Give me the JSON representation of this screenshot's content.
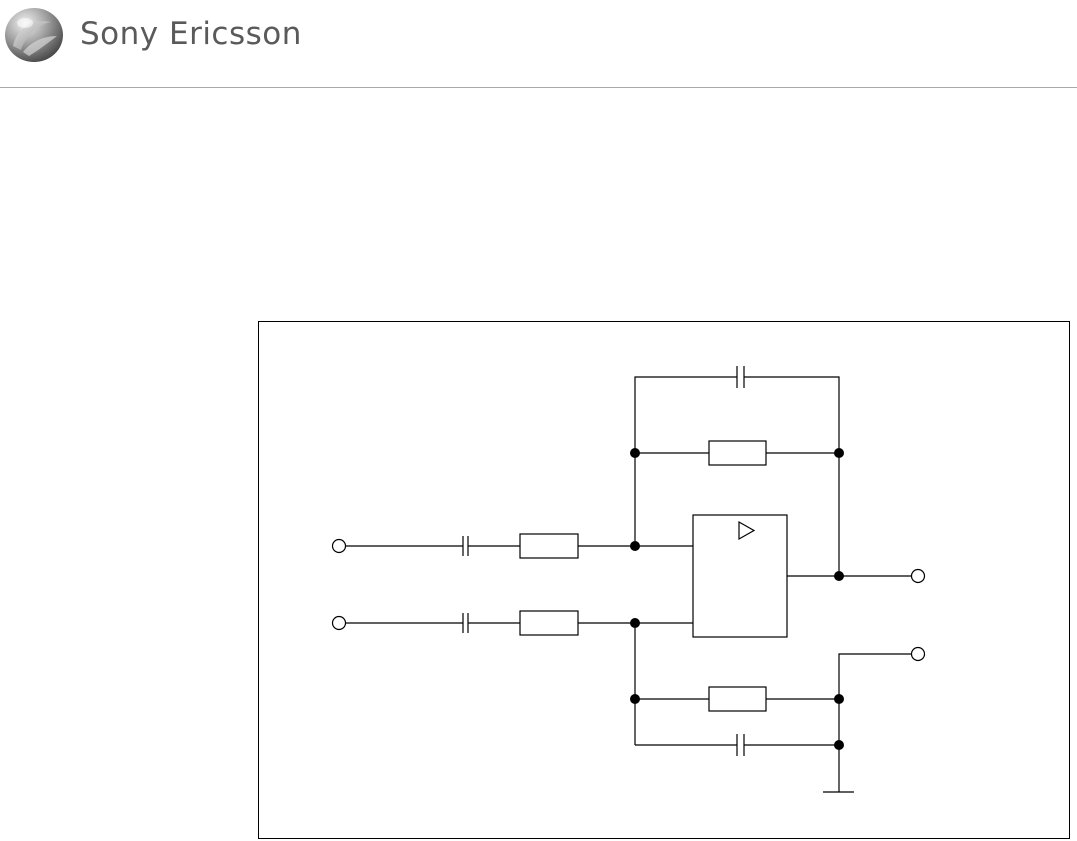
{
  "header": {
    "brand_name": "Sony Ericsson",
    "logo_icon": "sony-ericsson-logo-sphere",
    "rule_color": "#a8a8a8"
  },
  "diagram": {
    "type": "circuit-schematic",
    "line_color": "#000000",
    "components": [
      {
        "kind": "terminal",
        "id": "input-terminal-1"
      },
      {
        "kind": "terminal",
        "id": "input-terminal-2"
      },
      {
        "kind": "terminal",
        "id": "output-terminal"
      },
      {
        "kind": "terminal",
        "id": "reference-terminal"
      },
      {
        "kind": "capacitor",
        "id": "input-capacitor-1"
      },
      {
        "kind": "capacitor",
        "id": "input-capacitor-2"
      },
      {
        "kind": "resistor",
        "id": "input-resistor-1"
      },
      {
        "kind": "resistor",
        "id": "input-resistor-2"
      },
      {
        "kind": "capacitor",
        "id": "feedback-capacitor"
      },
      {
        "kind": "resistor",
        "id": "feedback-resistor"
      },
      {
        "kind": "resistor",
        "id": "ground-resistor"
      },
      {
        "kind": "capacitor",
        "id": "ground-capacitor"
      },
      {
        "kind": "amplifier",
        "id": "differential-amplifier",
        "symbol": "▷"
      },
      {
        "kind": "ground",
        "id": "ground-symbol"
      }
    ]
  }
}
